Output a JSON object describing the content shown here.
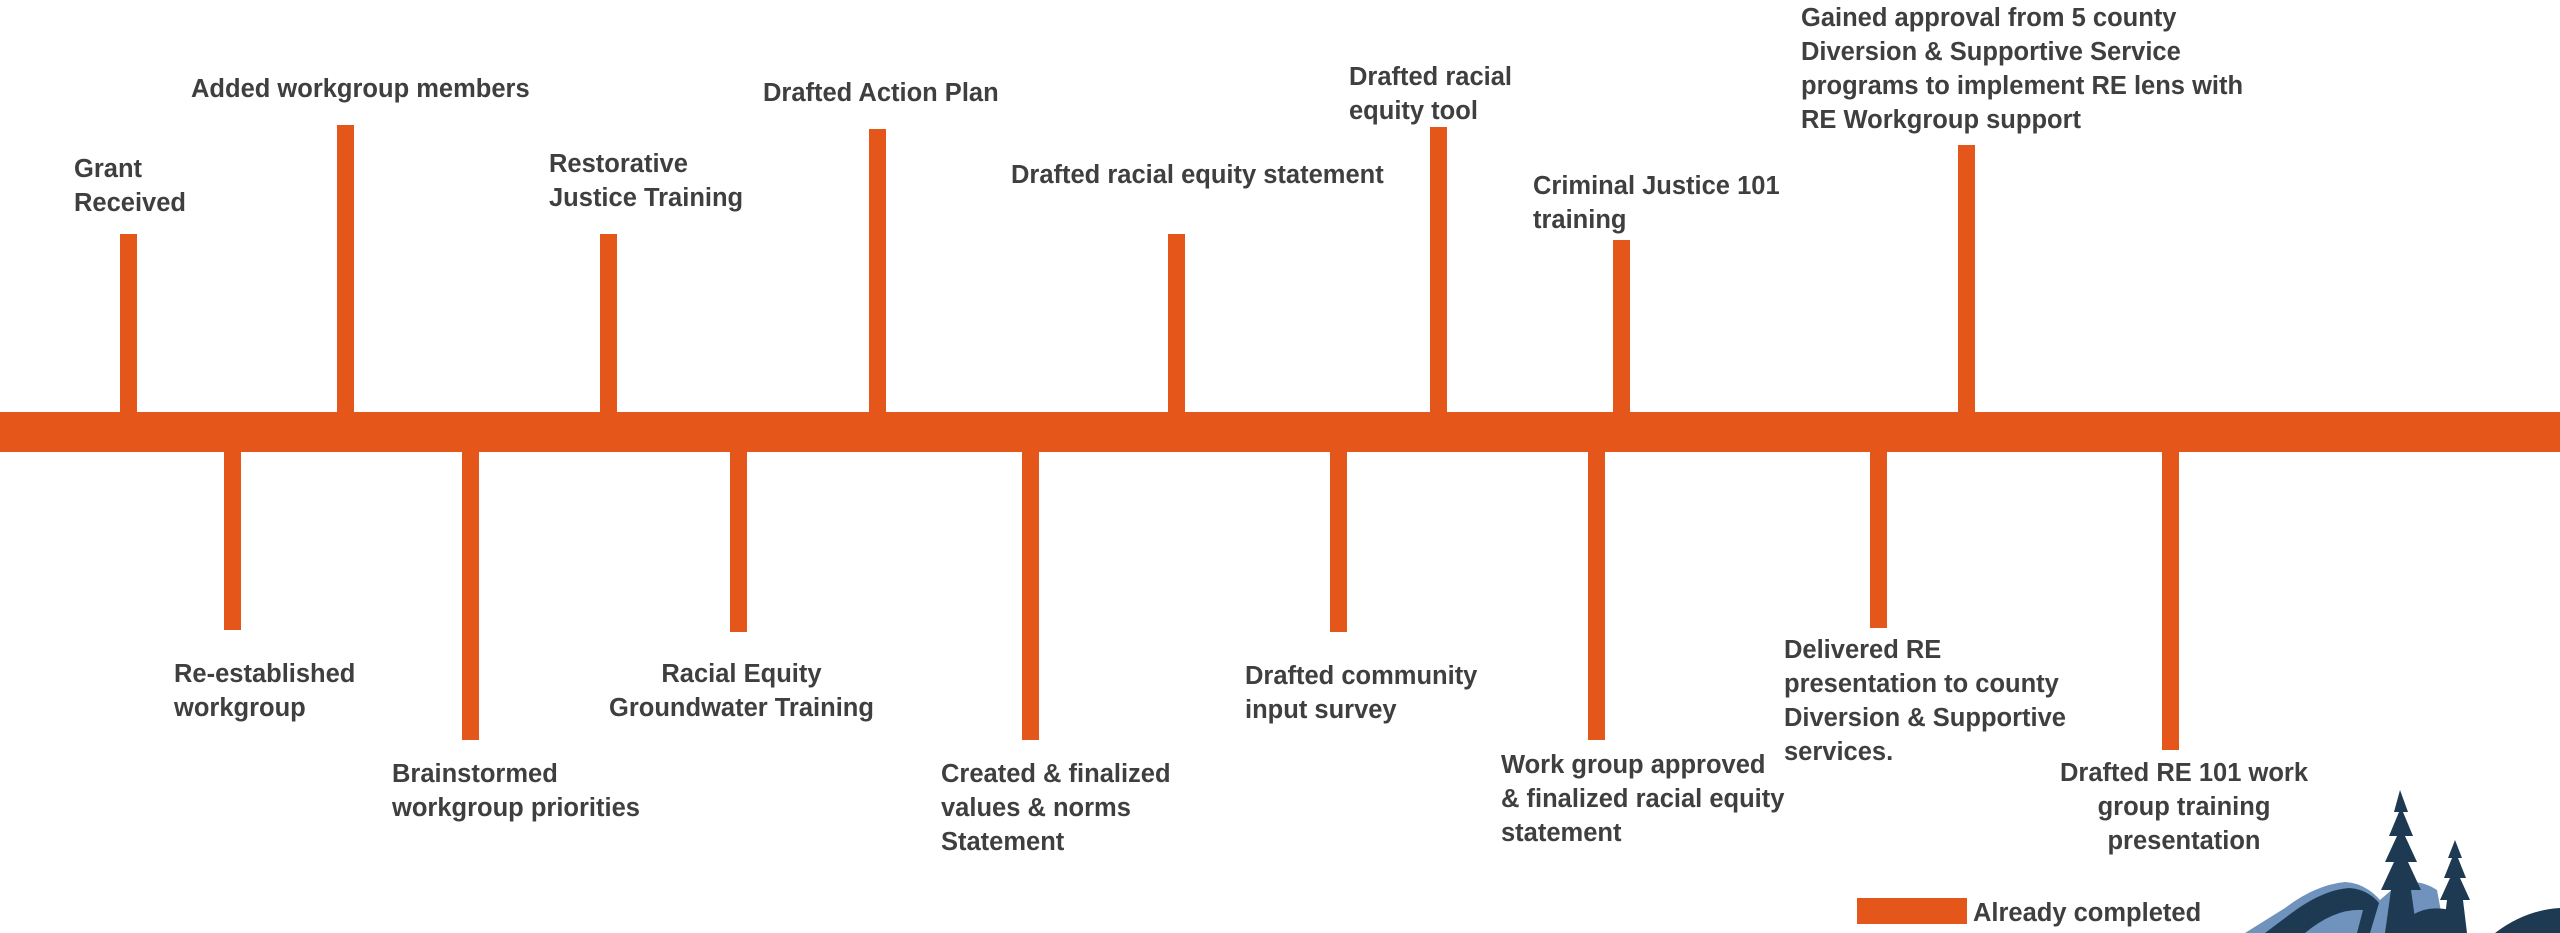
{
  "colors": {
    "accent": "#E4561A",
    "text": "#3f3f3f",
    "logo_dark": "#1d3a52",
    "logo_light": "#6f93bd"
  },
  "milestones_above": [
    {
      "lines": [
        "Grant",
        "Received"
      ]
    },
    {
      "lines": [
        "Added workgroup members"
      ]
    },
    {
      "lines": [
        "Restorative",
        "Justice Training"
      ]
    },
    {
      "lines": [
        "Drafted Action Plan"
      ]
    },
    {
      "lines": [
        "Drafted racial equity statement"
      ]
    },
    {
      "lines": [
        "Drafted racial",
        "equity tool"
      ]
    },
    {
      "lines": [
        "Criminal Justice 101",
        "training"
      ]
    },
    {
      "lines": [
        "Gained approval from 5 county",
        "Diversion & Supportive Service",
        "programs to implement RE lens with",
        "RE Workgroup support"
      ]
    }
  ],
  "milestones_below": [
    {
      "lines": [
        "Re-established",
        "workgroup"
      ]
    },
    {
      "lines": [
        "Brainstormed",
        "workgroup priorities"
      ]
    },
    {
      "lines": [
        "Racial Equity",
        "Groundwater Training"
      ]
    },
    {
      "lines": [
        "Created & finalized",
        "values & norms",
        "Statement"
      ]
    },
    {
      "lines": [
        "Drafted community",
        "input survey"
      ]
    },
    {
      "lines": [
        "Work group approved",
        "& finalized racial equity",
        "statement"
      ]
    },
    {
      "lines": [
        "Delivered RE",
        "presentation to county",
        "Diversion & Supportive",
        "services."
      ]
    },
    {
      "lines": [
        "Drafted RE 101 work",
        "group training",
        "presentation"
      ]
    }
  ],
  "legend": {
    "label": "Already completed"
  },
  "logo": {
    "icon": "mountain-trees-logo"
  }
}
